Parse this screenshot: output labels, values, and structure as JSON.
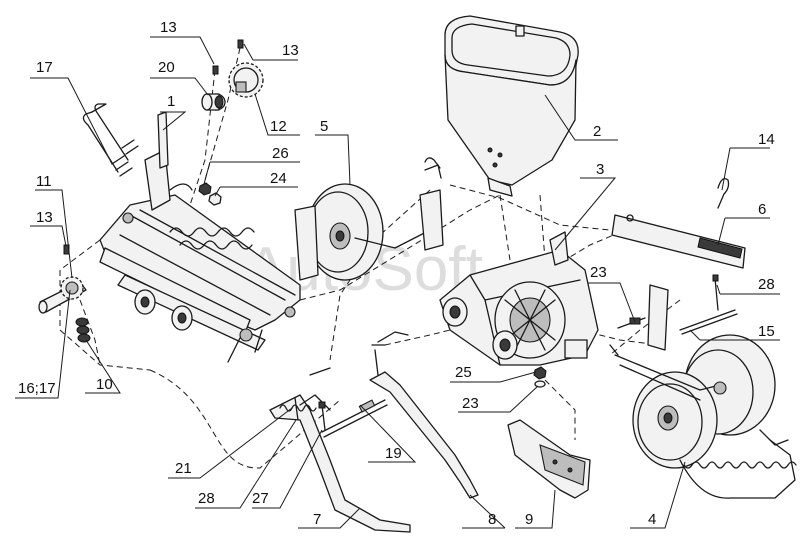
{
  "watermark": "AutoSoft",
  "callouts": [
    "13",
    "13",
    "20",
    "17",
    "1",
    "12",
    "5",
    "2",
    "26",
    "24",
    "11",
    "3",
    "14",
    "6",
    "13",
    "23",
    "28",
    "15",
    "16;17",
    "10",
    "25",
    "23",
    "21",
    "19",
    "28",
    "27",
    "7",
    "8",
    "9",
    "4"
  ]
}
